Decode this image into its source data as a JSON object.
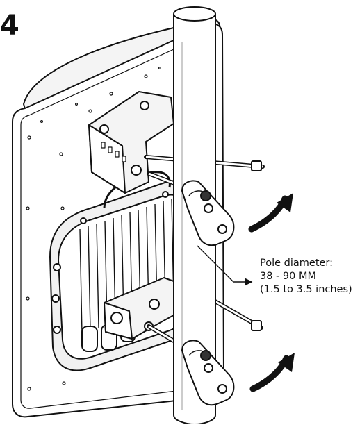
{
  "step": {
    "number": "4"
  },
  "callout": {
    "line1": "Pole diameter:",
    "line2": "38 - 90 MM",
    "line3": "(1.5 to 3.5 inches)"
  },
  "colors": {
    "ink": "#111111",
    "fill": "#ffffff",
    "shade": "#e9e9e9",
    "dark": "#3a3a3a"
  }
}
